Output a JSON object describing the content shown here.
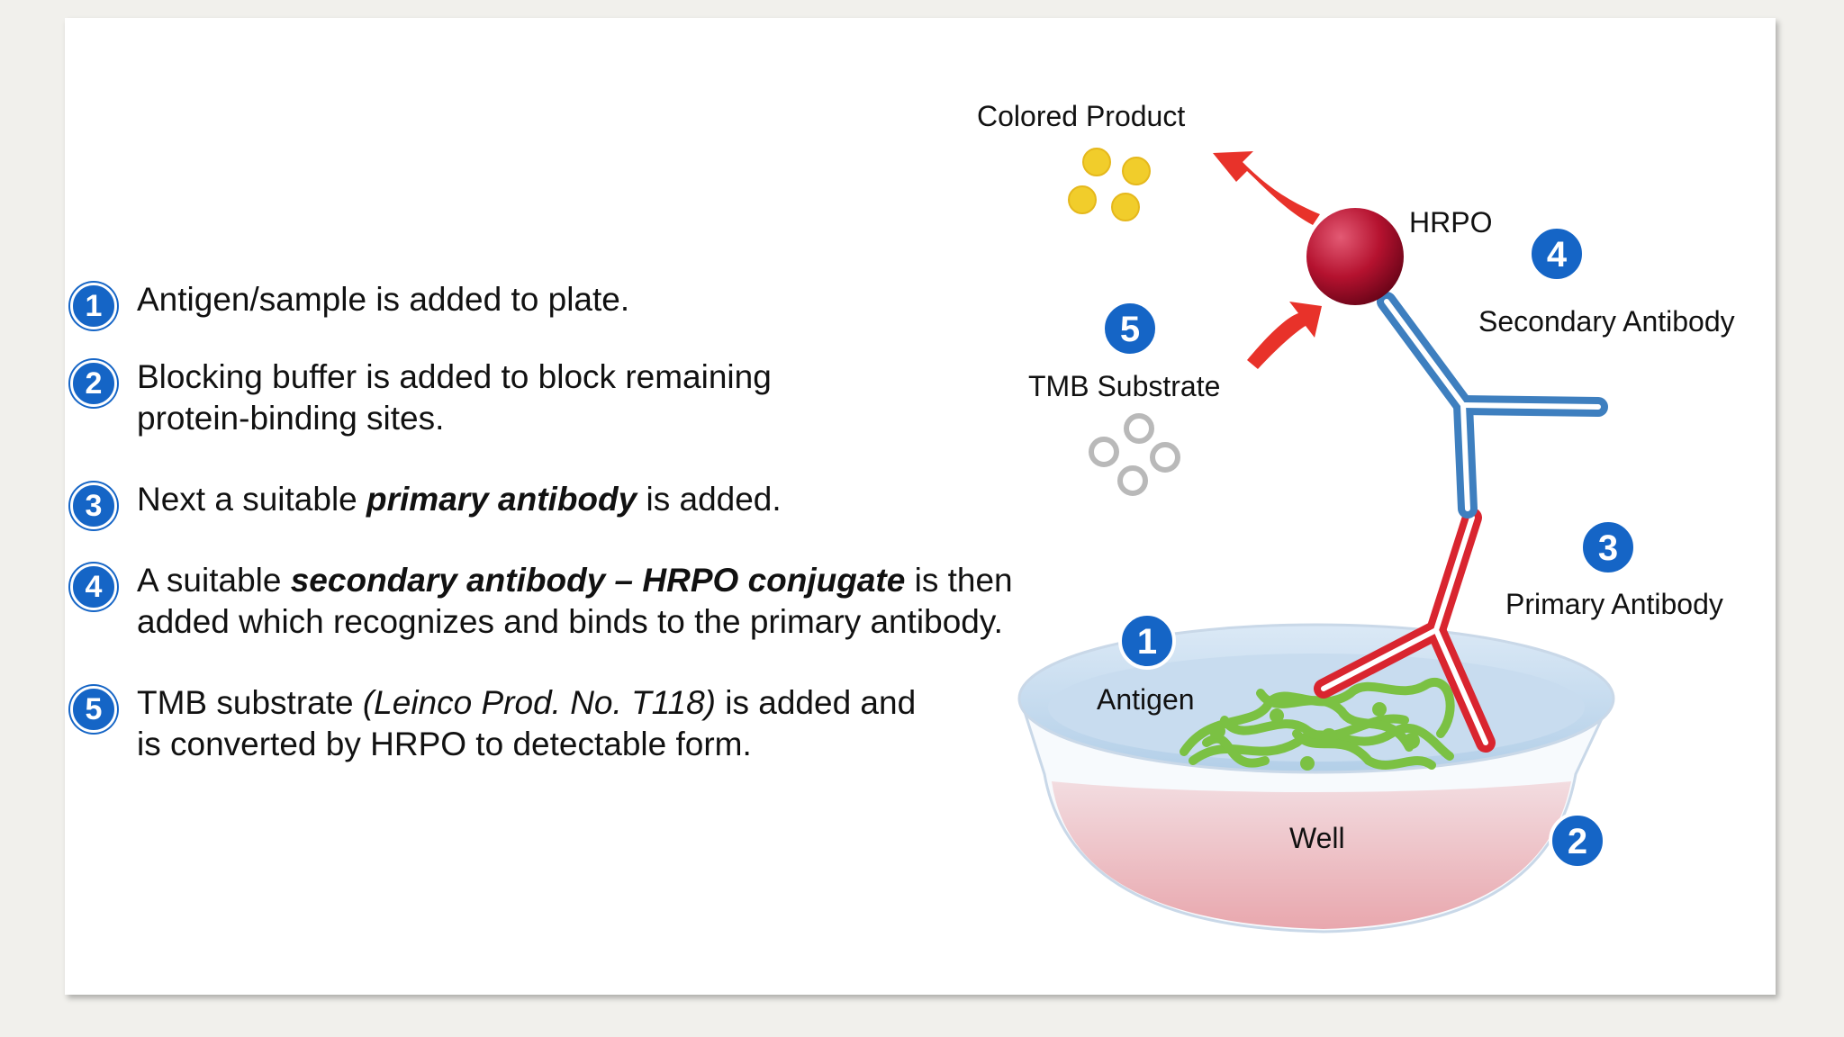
{
  "steps": [
    {
      "num": "1",
      "parts": [
        {
          "text": "Antigen/sample is added to plate.",
          "style": "normal"
        }
      ]
    },
    {
      "num": "2",
      "parts": [
        {
          "text": "Blocking buffer is added to block remaining protein-binding sites.",
          "style": "normal"
        }
      ]
    },
    {
      "num": "3",
      "parts": [
        {
          "text": "Next a suitable ",
          "style": "normal"
        },
        {
          "text": "primary antibody",
          "style": "bold-italic"
        },
        {
          "text": " is added.",
          "style": "normal"
        }
      ]
    },
    {
      "num": "4",
      "parts": [
        {
          "text": "A suitable ",
          "style": "normal"
        },
        {
          "text": "secondary antibody – HRPO conjugate",
          "style": "bold-italic"
        },
        {
          "text": " is then added which recognizes and binds to the primary antibody.",
          "style": "normal"
        }
      ]
    },
    {
      "num": "5",
      "parts": [
        {
          "text": "TMB substrate ",
          "style": "normal"
        },
        {
          "text": "(Leinco Prod. No. T118)",
          "style": "italic"
        },
        {
          "text": " is added and is converted by HRPO to detectable form.",
          "style": "normal"
        }
      ]
    }
  ],
  "diagram": {
    "labels": {
      "colored_product": "Colored Product",
      "hrpo": "HRPO",
      "secondary_antibody": "Secondary Antibody",
      "tmb_substrate": "TMB Substrate",
      "primary_antibody": "Primary Antibody",
      "antigen": "Antigen",
      "well": "Well"
    },
    "badges": {
      "secondary": "4",
      "tmb": "5",
      "primary": "3",
      "antigen": "1",
      "well": "2"
    }
  },
  "colors": {
    "badge": "#1565c6",
    "primary_antibody": "#d9252f",
    "secondary_antibody": "#3e7fbf",
    "hrpo": "#b5122f",
    "arrow": "#e8322a",
    "colored_product": "#f1cd2b",
    "tmb_substrate": "#b9b9b9",
    "antigen": "#7bc143",
    "well_liquid": "#ee8f93"
  }
}
